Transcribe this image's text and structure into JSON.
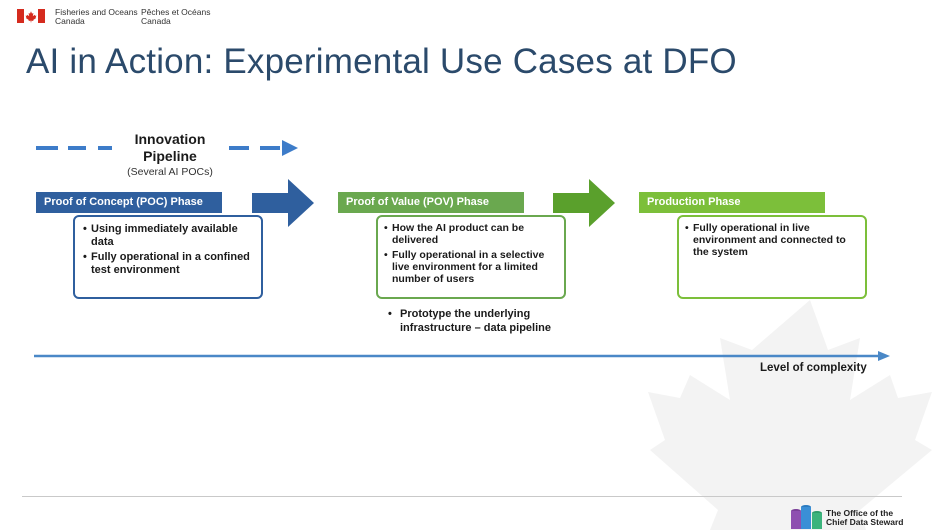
{
  "header": {
    "dept_en_line1": "Fisheries and Oceans",
    "dept_en_line2": "Canada",
    "dept_fr_line1": "Pêches et Océans",
    "dept_fr_line2": "Canada"
  },
  "slide": {
    "title": "AI in Action: Experimental Use Cases at DFO"
  },
  "pipeline": {
    "title_line1": "Innovation",
    "title_line2": "Pipeline",
    "subtitle": "(Several AI POCs)"
  },
  "phases": [
    {
      "label": "Proof of Concept (POC) Phase",
      "color": "#2f5f9e",
      "bullets": [
        "Using immediately available data",
        "Fully operational in a confined test environment"
      ]
    },
    {
      "label": "Proof of Value (POV) Phase",
      "color": "#6aa84f",
      "bullets": [
        "How the AI product can be delivered",
        "Fully operational in a selective live environment for a limited number of users"
      ],
      "extra_bullet": "Prototype the underlying infrastructure – data pipeline"
    },
    {
      "label": "Production Phase",
      "color": "#7cbf3a",
      "bullets": [
        "Fully operational in live environment and connected to the system"
      ]
    }
  ],
  "axis": {
    "label": "Level of complexity"
  },
  "footer": {
    "logo_line1": "The Office of the",
    "logo_line2": "Chief Data Steward"
  },
  "colors": {
    "title": "#2b4a6b",
    "pipeline_blue": "#3d7cc9",
    "axis_blue": "#4a88c7",
    "flag_red": "#d52b1e"
  }
}
